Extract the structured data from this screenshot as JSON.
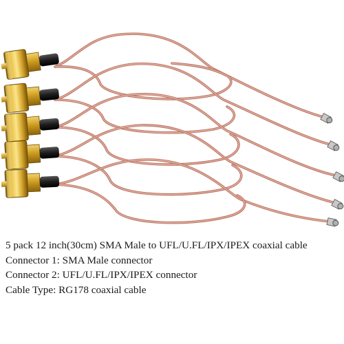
{
  "product": {
    "connector_count": 5,
    "colors": {
      "background": "#ffffff",
      "cable": "#d99a88",
      "connector_gold": "#c99a1e",
      "strain_relief": "#222222"
    }
  },
  "specs": [
    "5 pack 12 inch(30cm) SMA Male to UFL/U.FL/IPX/IPEX coaxial cable",
    "Connector 1: SMA Male connector",
    "Connector 2: UFL/U.FL/IPX/IPEX connector",
    "Cable Type: RG178 coaxial cable"
  ]
}
